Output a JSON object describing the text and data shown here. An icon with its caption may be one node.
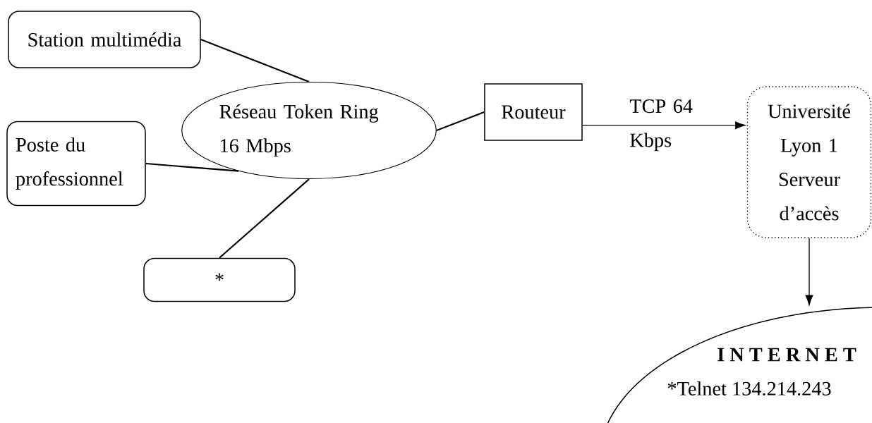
{
  "diagram": {
    "nodes": [
      {
        "text": [
          "Station multimédia"
        ]
      },
      {
        "text": [
          "Poste du professionnel"
        ]
      },
      {
        "text": [
          "Réseau Token Ring 16 Mbps"
        ]
      },
      {
        "text": [
          "Routeur"
        ]
      },
      {
        "text": [
          "Université Lyon 1 Serveur d’accès"
        ]
      },
      {
        "text": [
          "*"
        ]
      },
      {
        "text": [
          "I N T E R N E T",
          "*Telnet 134.214.243"
        ]
      }
    ],
    "edges": [
      {
        "from": 0,
        "to": 2,
        "arrow": "none"
      },
      {
        "from": 1,
        "to": 2,
        "arrow": "none"
      },
      {
        "from": 5,
        "to": 2,
        "arrow": "none"
      },
      {
        "from": 2,
        "to": 3,
        "arrow": "none"
      },
      {
        "from": 3,
        "to": 4,
        "arrow": "to",
        "label": "TCP 64 Kbps"
      },
      {
        "from": 4,
        "to": 6,
        "arrow": "to"
      }
    ]
  }
}
